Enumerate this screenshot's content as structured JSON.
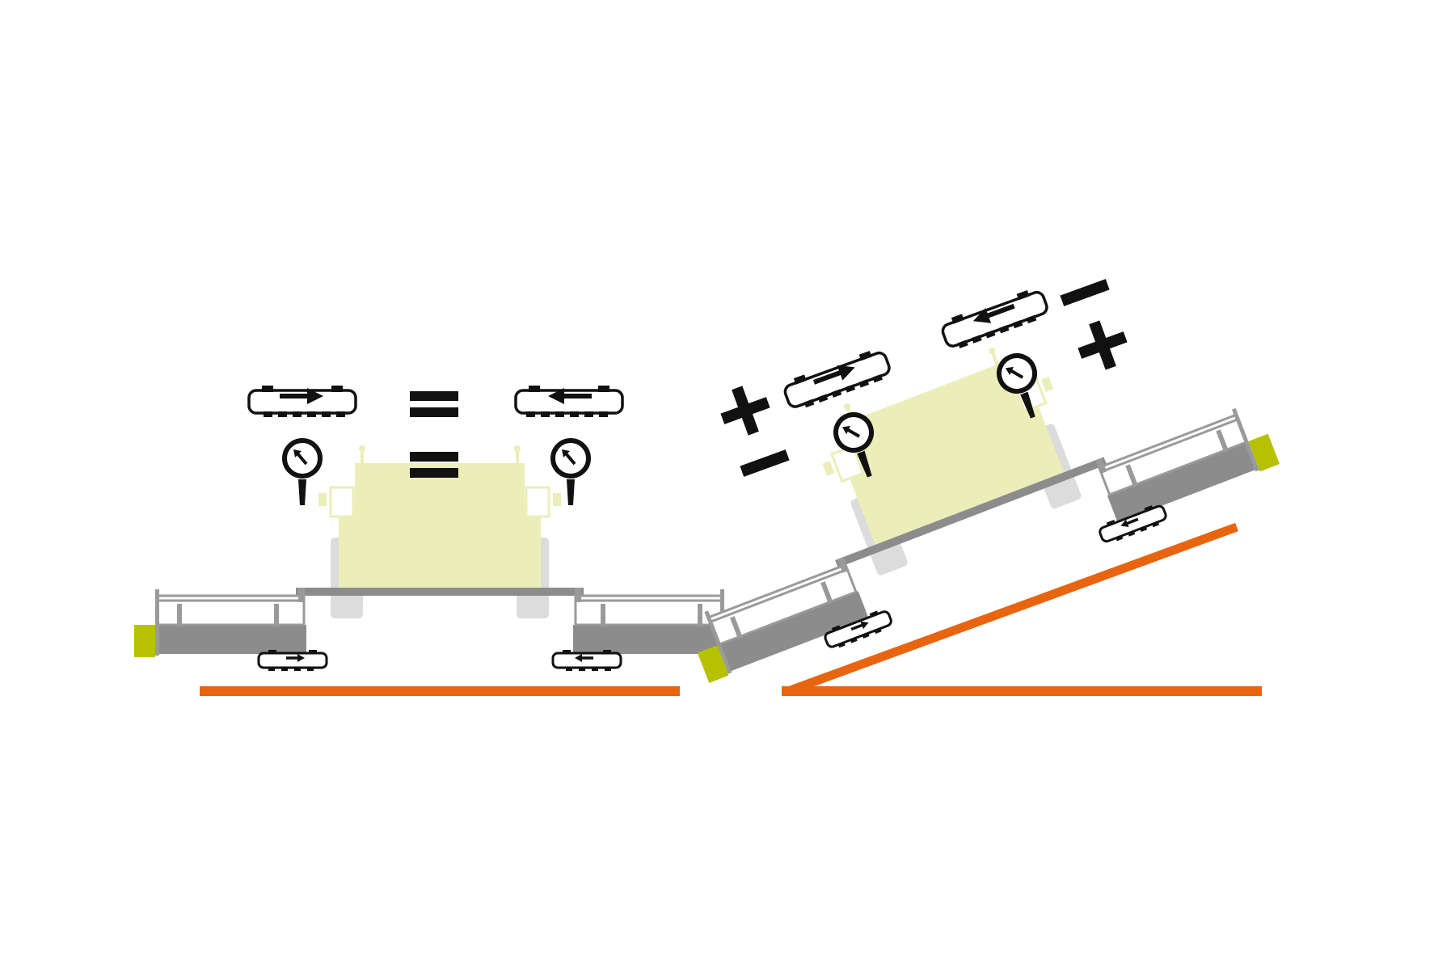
{
  "colors": {
    "ground": "#e8640f",
    "machine_body": "#ebeeb8",
    "machine_body_outline": "#f4f6d6",
    "wheel": "#dcdcdc",
    "header_grey": "#8c8c8c",
    "header_frame": "#9a9a9a",
    "end_plate": "#b6c100",
    "symbol": "#111111",
    "background": "#ffffff"
  },
  "flat_panel": {
    "symbol_equal_1": "=",
    "symbol_equal_2": "=",
    "left_belt_direction": "right",
    "right_belt_direction": "left"
  },
  "slope_panel": {
    "left_plus": "+",
    "left_minus": "−",
    "right_minus": "−",
    "right_plus": "+",
    "left_belt_direction": "right",
    "right_belt_direction": "left",
    "slope_angle_deg": 21
  },
  "icons": [
    "belt-speed-icon",
    "pressure-gauge-icon",
    "plus-icon",
    "minus-icon",
    "equals-icon"
  ]
}
